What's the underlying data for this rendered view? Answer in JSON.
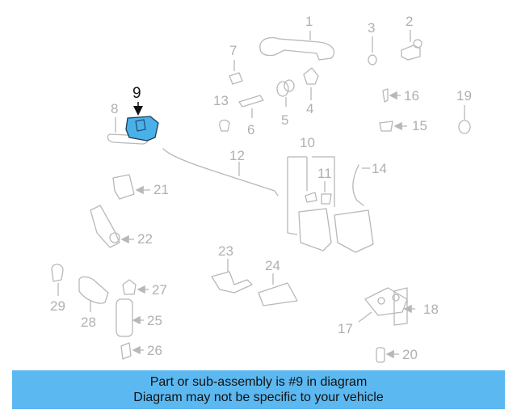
{
  "highlighted_part": "9",
  "callouts": [
    "1",
    "2",
    "3",
    "4",
    "5",
    "6",
    "7",
    "8",
    "9",
    "10",
    "11",
    "12",
    "13",
    "14",
    "15",
    "16",
    "17",
    "18",
    "19",
    "20",
    "21",
    "22",
    "23",
    "24",
    "25",
    "26",
    "27",
    "28",
    "29"
  ],
  "colors": {
    "highlight_fill": "#4ab0e8",
    "banner_bg": "#5cb8f0",
    "part_stroke": "#b8b8b8"
  },
  "banner": {
    "line1": "Part or sub-assembly is #9 in diagram",
    "line2": "Diagram may not be specific to your vehicle"
  }
}
